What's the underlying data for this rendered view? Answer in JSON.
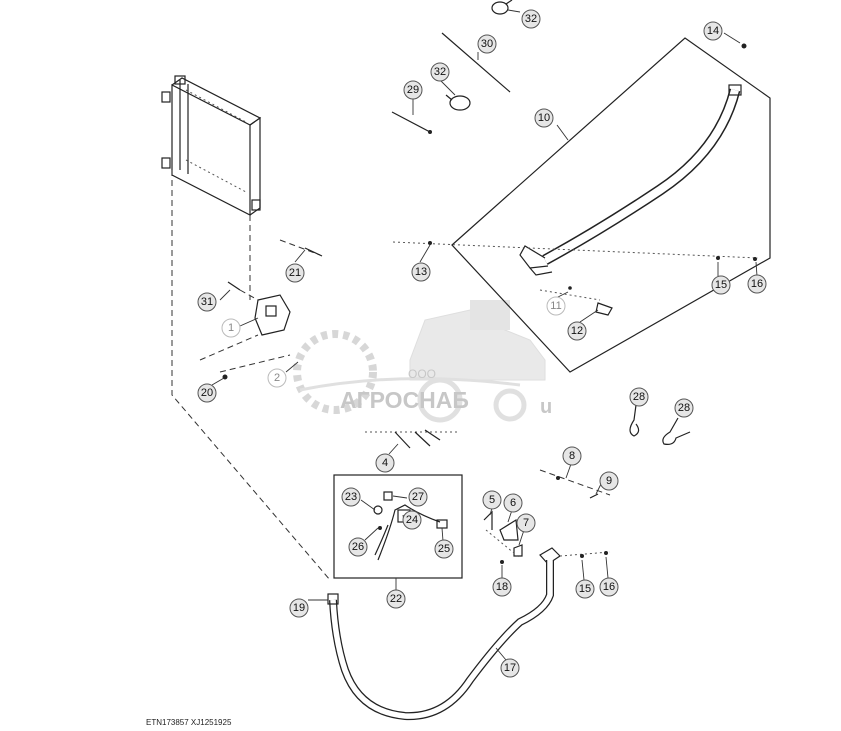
{
  "callouts": [
    {
      "id": "c32a",
      "label": "32"
    },
    {
      "id": "c30",
      "label": "30"
    },
    {
      "id": "c14",
      "label": "14"
    },
    {
      "id": "c32b",
      "label": "32"
    },
    {
      "id": "c29",
      "label": "29"
    },
    {
      "id": "c10",
      "label": "10"
    },
    {
      "id": "c21",
      "label": "21"
    },
    {
      "id": "c13",
      "label": "13"
    },
    {
      "id": "c15a",
      "label": "15"
    },
    {
      "id": "c16a",
      "label": "16"
    },
    {
      "id": "c31",
      "label": "31"
    },
    {
      "id": "c11",
      "label": "11"
    },
    {
      "id": "c12",
      "label": "12"
    },
    {
      "id": "c1",
      "label": "1"
    },
    {
      "id": "c2",
      "label": "2"
    },
    {
      "id": "c20",
      "label": "20"
    },
    {
      "id": "c28a",
      "label": "28"
    },
    {
      "id": "c28b",
      "label": "28"
    },
    {
      "id": "c4",
      "label": "4"
    },
    {
      "id": "c8",
      "label": "8"
    },
    {
      "id": "c9",
      "label": "9"
    },
    {
      "id": "c23",
      "label": "23"
    },
    {
      "id": "c27",
      "label": "27"
    },
    {
      "id": "c24",
      "label": "24"
    },
    {
      "id": "c5",
      "label": "5"
    },
    {
      "id": "c6",
      "label": "6"
    },
    {
      "id": "c7",
      "label": "7"
    },
    {
      "id": "c26",
      "label": "26"
    },
    {
      "id": "c25",
      "label": "25"
    },
    {
      "id": "c18",
      "label": "18"
    },
    {
      "id": "c15b",
      "label": "15"
    },
    {
      "id": "c16b",
      "label": "16"
    },
    {
      "id": "c22",
      "label": "22"
    },
    {
      "id": "c19",
      "label": "19"
    },
    {
      "id": "c17",
      "label": "17"
    }
  ],
  "watermark": {
    "company_prefix": "ООО",
    "brand": "АГРОСНАБ",
    "suffix": "u"
  },
  "footer": {
    "reference_code": "ETN173857  XJ1251925"
  }
}
